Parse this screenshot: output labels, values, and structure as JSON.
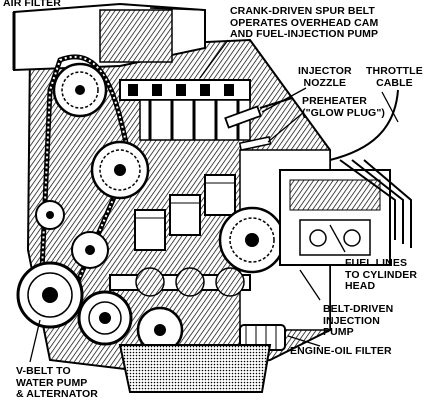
{
  "diagram": {
    "colors": {
      "ink": "#000000",
      "paper": "#ffffff",
      "shade": "#5a5a5a"
    },
    "callouts": {
      "air_filter": [
        "AIR FILTER"
      ],
      "spur_belt": [
        "CRANK-DRIVEN SPUR BELT",
        "OPERATES OVERHEAD CAM",
        "AND FUEL-INJECTION PUMP"
      ],
      "injector_nozzle": [
        "INJECTOR",
        "NOZZLE"
      ],
      "throttle_cable": [
        "THROTTLE",
        "CABLE"
      ],
      "preheater": [
        "PREHEATER",
        "(\"GLOW PLUG\")"
      ],
      "fuel_lines": [
        "FUEL LINES",
        "TO CYLINDER",
        "HEAD"
      ],
      "injection_pump": [
        "BELT-DRIVEN",
        "INJECTION",
        "PUMP"
      ],
      "oil_filter": [
        "ENGINE-OIL FILTER"
      ],
      "v_belt": [
        "V-BELT TO",
        "WATER PUMP",
        "& ALTERNATOR"
      ]
    }
  }
}
